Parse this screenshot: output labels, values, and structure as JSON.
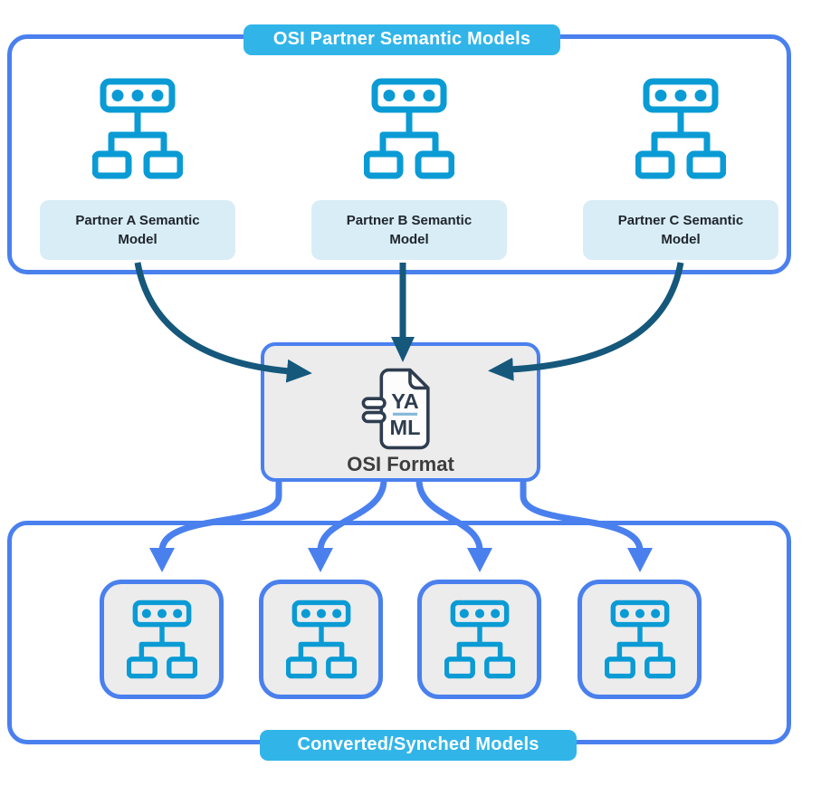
{
  "diagram": {
    "top": {
      "badge": "OSI Partner Semantic Models",
      "partners": [
        {
          "icon": "org-chart-icon",
          "label": "Partner A Semantic Model"
        },
        {
          "icon": "org-chart-icon",
          "label": "Partner B Semantic Model"
        },
        {
          "icon": "org-chart-icon",
          "label": "Partner C Semantic Model"
        }
      ]
    },
    "center": {
      "icon": "yaml-file-icon",
      "file_text_line1": "YA",
      "file_text_line2": "ML",
      "label": "OSI Format"
    },
    "bottom": {
      "badge": "Converted/Synched Models",
      "model_count": 4,
      "boxes": [
        {
          "icon": "org-chart-icon"
        },
        {
          "icon": "org-chart-icon"
        },
        {
          "icon": "org-chart-icon"
        },
        {
          "icon": "org-chart-icon"
        }
      ]
    },
    "arrows": {
      "into_center": 3,
      "out_of_center": 4
    }
  },
  "colors": {
    "container_border": "#4a80ee",
    "badge_bg": "#31b5e9",
    "icon_stroke": "#0a9bd5",
    "arrow_teal": "#15587c",
    "label_bg": "#d9edf6",
    "box_bg": "#ececec",
    "file_icon_stroke": "#2e3d4f",
    "yaml_underline": "#84b8d8",
    "text_dark": "#20262e",
    "center_label_color": "#3e3e3e",
    "badge_text": "#ffffff"
  }
}
